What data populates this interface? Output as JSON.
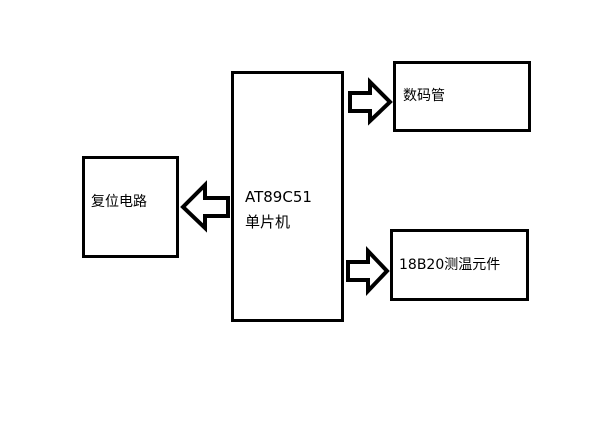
{
  "diagram": {
    "mcu": {
      "line1": "AT89C51",
      "line2": "单片机"
    },
    "reset": {
      "label": "复位电路"
    },
    "display": {
      "label": "数码管"
    },
    "sensor": {
      "label": "18B20测温元件"
    }
  }
}
